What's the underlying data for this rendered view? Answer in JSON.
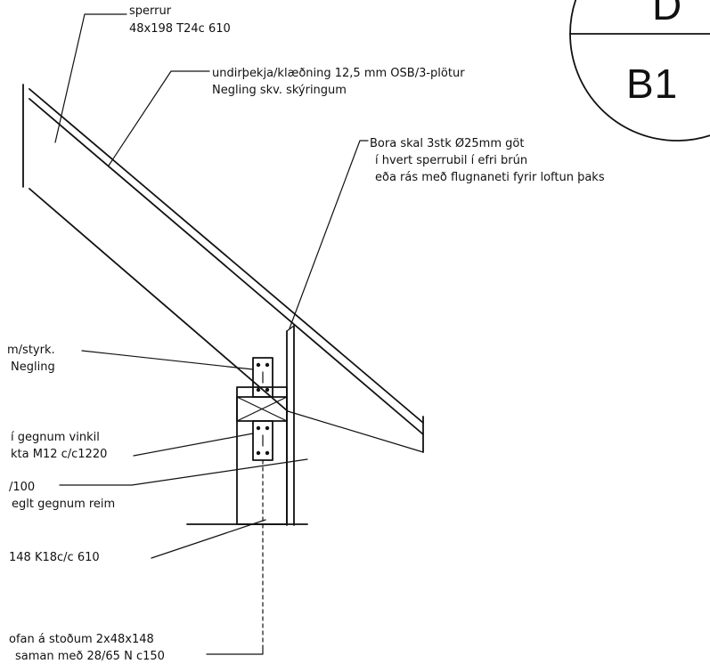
{
  "detail_marker": {
    "top": "D",
    "bottom": "B1"
  },
  "notes": {
    "sperrur": [
      "sperrur",
      "48x198 T24c 610"
    ],
    "undirthekja": [
      "undirþekja/klæðning 12,5 mm OSB/3-plötur",
      "Negling skv. skýringum"
    ],
    "bora": [
      "Bora skal 3stk Ø25mm göt",
      "í hvert sperrubil í efri brún",
      "eða rás með flugnaneti fyrir loftun þaks"
    ],
    "styrk": [
      "m/styrk.",
      "Negling"
    ],
    "vinkill": [
      "í gegnum vinkil",
      "kta M12 c/c1220"
    ],
    "reim": [
      "/100",
      "eglt gegnum reim"
    ],
    "k18": [
      "148 K18c/c 610"
    ],
    "stodum": [
      "ofan á stoðum 2x48x148",
      "saman með  28/65 N c150"
    ]
  }
}
